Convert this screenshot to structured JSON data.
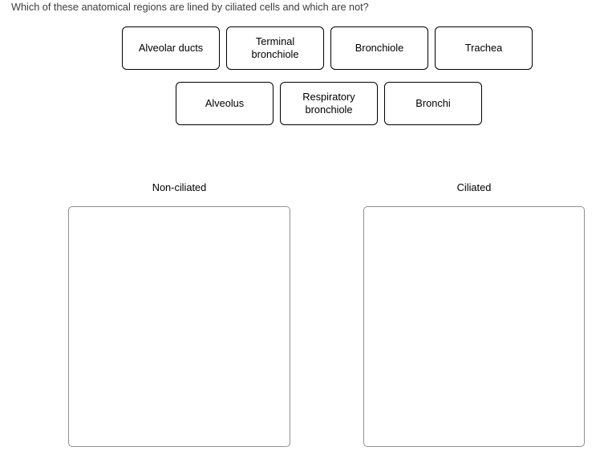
{
  "question": {
    "text": "Which of these anatomical regions are lined by ciliated cells and which are not?"
  },
  "term_rows": [
    {
      "items": [
        {
          "label": "Alveolar ducts"
        },
        {
          "label": "Terminal\nbronchiole"
        },
        {
          "label": "Bronchiole"
        },
        {
          "label": "Trachea"
        }
      ]
    },
    {
      "items": [
        {
          "label": "Alveolus"
        },
        {
          "label": "Respiratory\nbronchiole"
        },
        {
          "label": "Bronchi"
        }
      ]
    }
  ],
  "dropzones": [
    {
      "title": "Non-ciliated",
      "items": []
    },
    {
      "title": "Ciliated",
      "items": []
    }
  ],
  "colors": {
    "page_background": "#ffffff",
    "term_border": "#000000",
    "dropzone_border": "#909090",
    "question_text": "#3c3c3c",
    "label_text": "#000000"
  }
}
